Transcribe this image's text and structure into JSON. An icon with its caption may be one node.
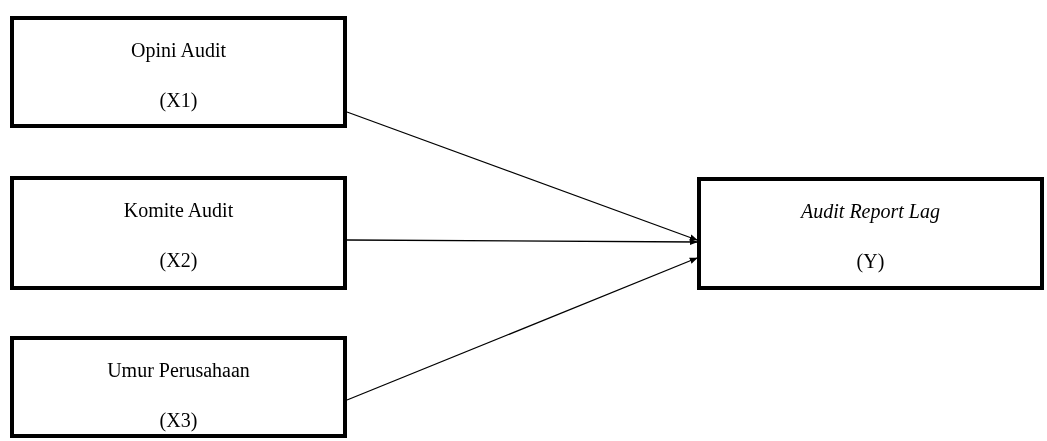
{
  "diagram": {
    "nodes": [
      {
        "text": [
          "Opini Audit",
          "(X1)"
        ]
      },
      {
        "text": [
          "Komite Audit",
          "(X2)"
        ]
      },
      {
        "text": [
          "Umur Perusahaan",
          "(X3)"
        ]
      },
      {
        "text": [
          "Audit Report Lag",
          "(Y)"
        ]
      }
    ],
    "edges": [
      {
        "from": 0,
        "to": 3,
        "arrow": "to"
      },
      {
        "from": 1,
        "to": 3,
        "arrow": "to"
      },
      {
        "from": 2,
        "to": 3,
        "arrow": "to"
      }
    ]
  }
}
